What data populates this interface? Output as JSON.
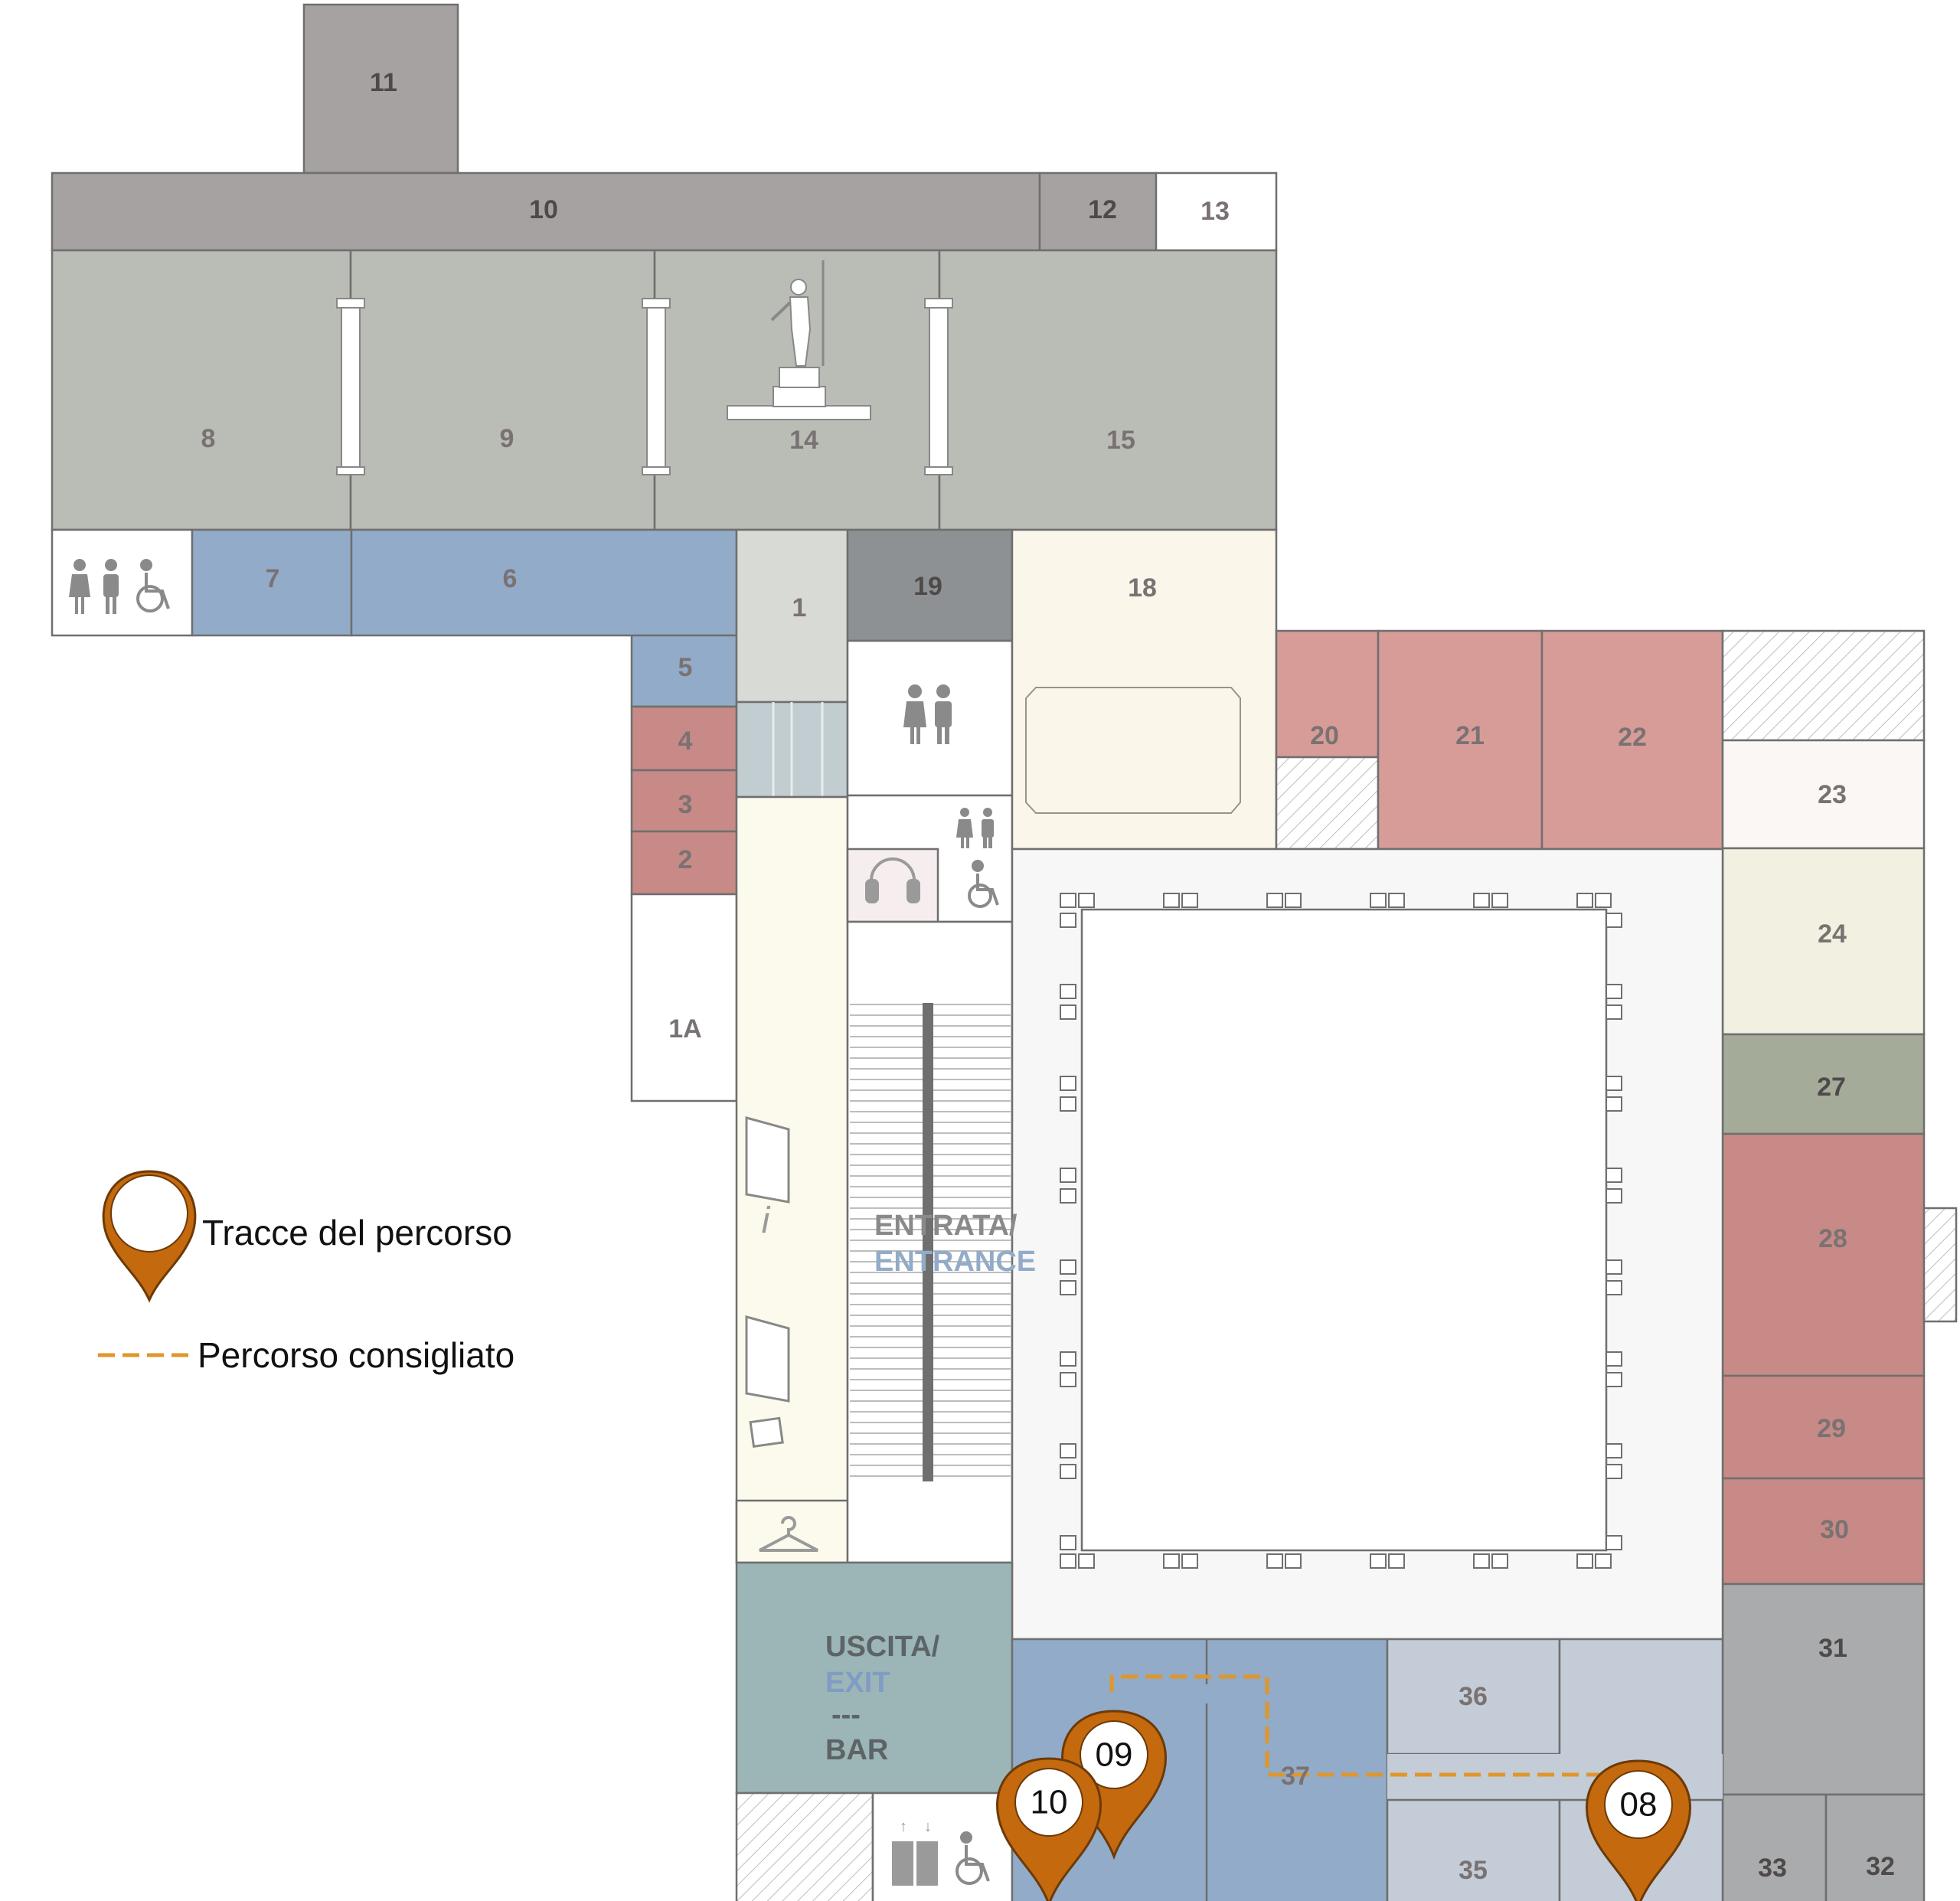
{
  "colors": {
    "grey_dark": "#a6a2a2",
    "sculpture_hall": "#b9bdb5",
    "blue": "#92abc8",
    "red": "#c78a86",
    "red_light": "#d79c98",
    "corridor_white": "#ffffff",
    "entrance_cream": "#fcfaec",
    "hall_18": "#fbf6ea",
    "teal_exit": "#9cb5b7",
    "light_blue_grey": "#c3ccd7",
    "grey_31": "#a9abad",
    "green_27": "#a4ab98",
    "cream_24": "#f1f0e1",
    "dark_19": "#8e9193",
    "path_orange": "#e0962a",
    "pin_orange": "#c4690d"
  },
  "rooms": {
    "r1": "1",
    "r1a": "1A",
    "r2": "2",
    "r3": "3",
    "r4": "4",
    "r5": "5",
    "r6": "6",
    "r7": "7",
    "r8": "8",
    "r9": "9",
    "r10": "10",
    "r11": "11",
    "r12": "12",
    "r13": "13",
    "r14": "14",
    "r15": "15",
    "r18": "18",
    "r19": "19",
    "r20": "20",
    "r21": "21",
    "r22": "22",
    "r23": "23",
    "r24": "24",
    "r27": "27",
    "r28": "28",
    "r29": "29",
    "r30": "30",
    "r31": "31",
    "r32": "32",
    "r33": "33",
    "r35": "35",
    "r36": "36",
    "r37": "37"
  },
  "labels": {
    "entrata": "ENTRATA/",
    "entrance": "ENTRANCE",
    "uscita": "USCITA/",
    "exit": "EXIT",
    "separator": "---",
    "bar": "BAR",
    "info": "i"
  },
  "pins": [
    {
      "id": "08"
    },
    {
      "id": "09"
    },
    {
      "id": "10"
    }
  ],
  "legend": {
    "pin_label": "Tracce del percorso",
    "path_label": "Percorso consigliato"
  },
  "icons": [
    "restroom-icon",
    "wheelchair-icon",
    "headphones-icon",
    "coat-hanger-icon",
    "elevator-icon",
    "info-icon",
    "brochure-icon",
    "statue-icon"
  ]
}
